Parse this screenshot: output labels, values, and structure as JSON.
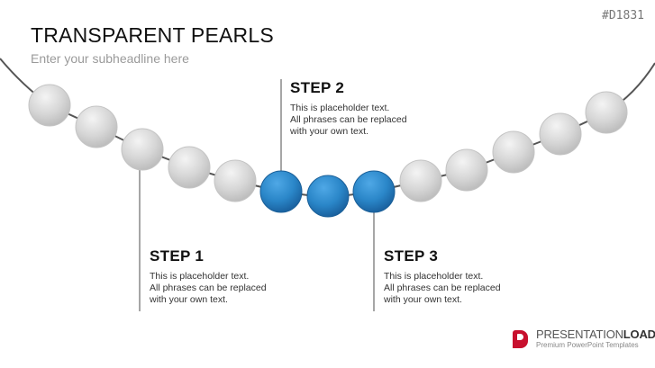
{
  "header": {
    "title": "TRANSPARENT PEARLS",
    "subtitle": "Enter your subheadline here",
    "code": "#D1831"
  },
  "steps": [
    {
      "title": "STEP 1",
      "text": "This is placeholder text.\nAll phrases can be replaced\nwith your own text."
    },
    {
      "title": "STEP 2",
      "text": "This is placeholder text.\nAll phrases can be replaced\nwith your own text."
    },
    {
      "title": "STEP 3",
      "text": "This is placeholder text.\nAll phrases can be replaced\nwith your own text."
    }
  ],
  "pearls": {
    "count": 13,
    "highlighted": [
      6,
      7,
      8
    ],
    "colors": {
      "default": "#d4d4d4",
      "highlight": "#2a86c8"
    }
  },
  "logo": {
    "name_light": "PRESENTATION",
    "name_bold": "LOAD",
    "tagline": "Premium PowerPoint Templates",
    "brand_color": "#c8102e"
  }
}
